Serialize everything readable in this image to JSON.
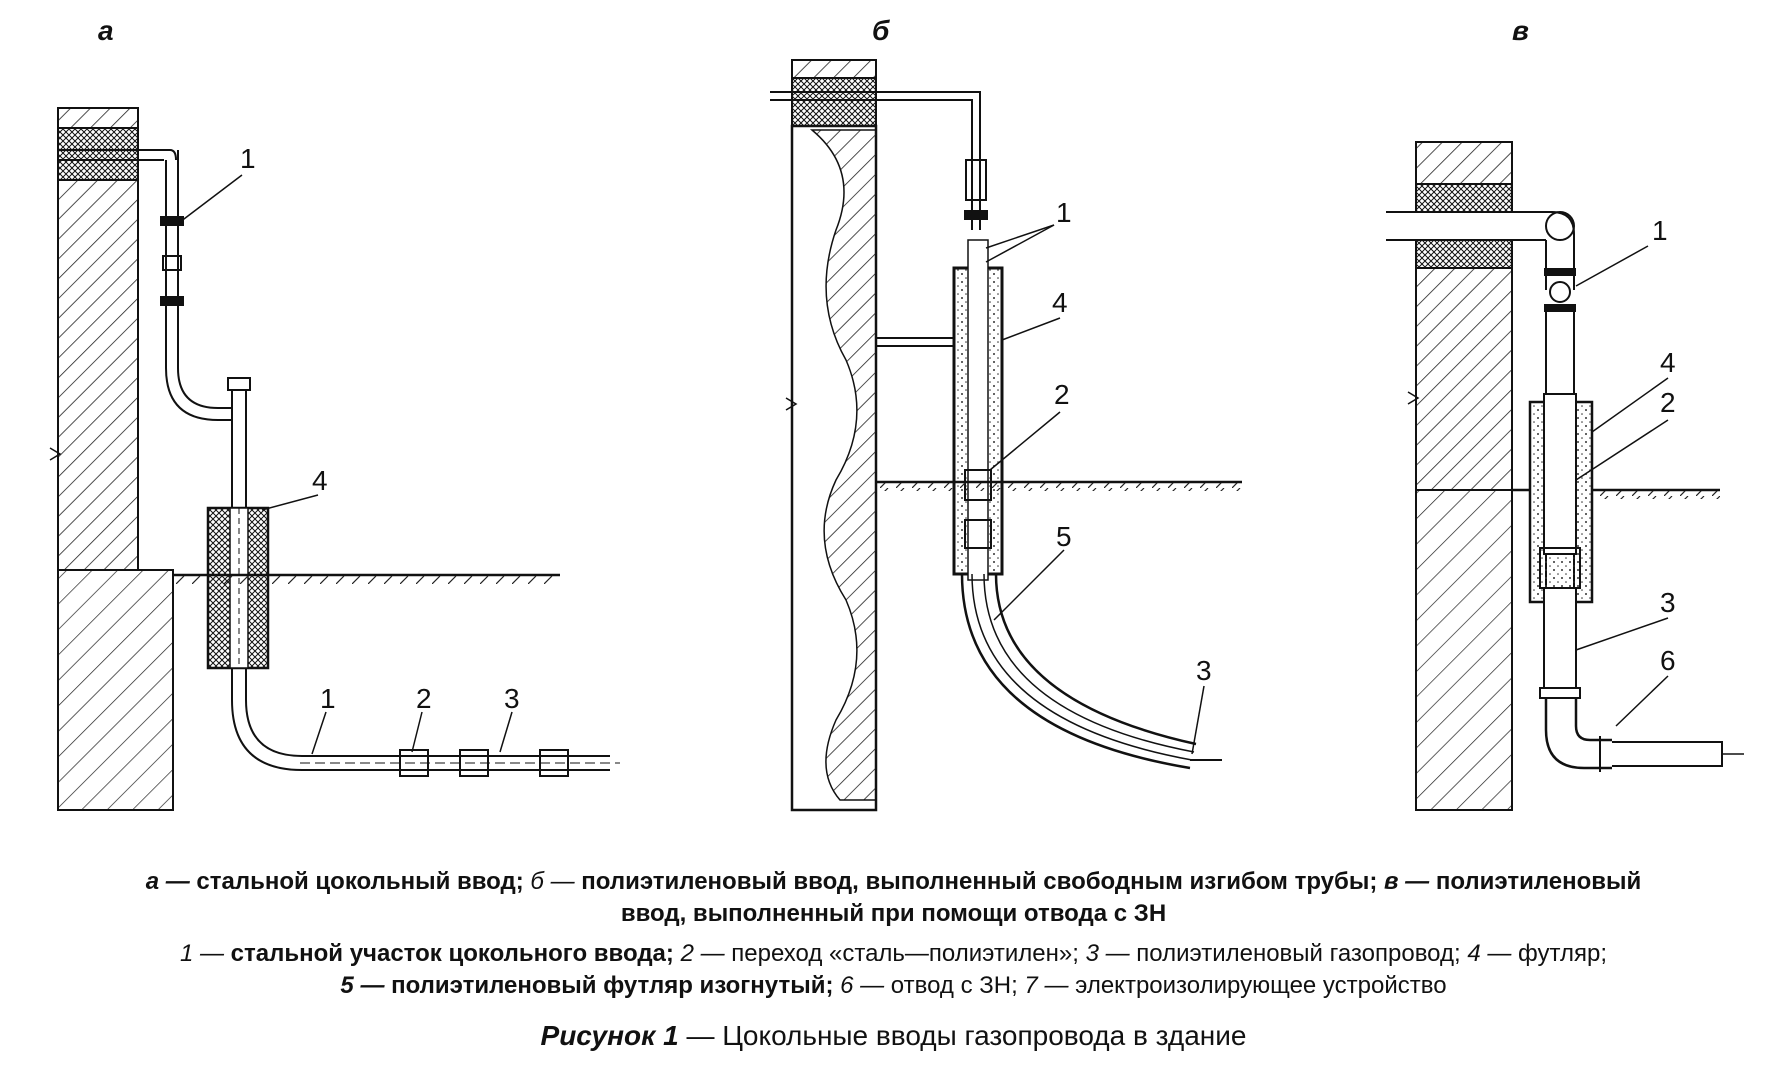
{
  "panels": {
    "a": {
      "letter": "а",
      "callouts": {
        "c1_top": "1",
        "c4": "4",
        "c1_bottom": "1",
        "c2": "2",
        "c3": "3"
      }
    },
    "b": {
      "letter": "б",
      "callouts": {
        "c1": "1",
        "c4": "4",
        "c2": "2",
        "c5": "5",
        "c3": "3"
      }
    },
    "v": {
      "letter": "в",
      "callouts": {
        "c1": "1",
        "c4": "4",
        "c2": "2",
        "c3": "3",
        "c6": "6"
      }
    }
  },
  "caption_variants": {
    "a_key": "а —",
    "a_text": "стальной цокольный ввод;",
    "b_key": "б —",
    "b_text": "полиэтиленовый ввод, выполненный свободным изгибом трубы;",
    "v_key": "в —",
    "v_text": "полиэтиленовый",
    "v_text2": "ввод, выполненный при помощи отвода с ЗН"
  },
  "legend": {
    "k1": "1 —",
    "t1": "стальной участок цокольного ввода;",
    "k2": "2 —",
    "t2": "переход «сталь—полиэтилен»;",
    "k3": "3 —",
    "t3": "полиэтиленовый газопровод;",
    "k4": "4 —",
    "t4": "футляр;",
    "k5": "5 —",
    "t5": "полиэтиленовый футляр изогнутый;",
    "k6": "6 —",
    "t6": "отвод с ЗН;",
    "k7": "7 —",
    "t7": "электроизолирующее устройство"
  },
  "figure_title": {
    "label": "Рисунок 1",
    "dash": "—",
    "text": "Цокольные вводы газопровода в здание"
  }
}
